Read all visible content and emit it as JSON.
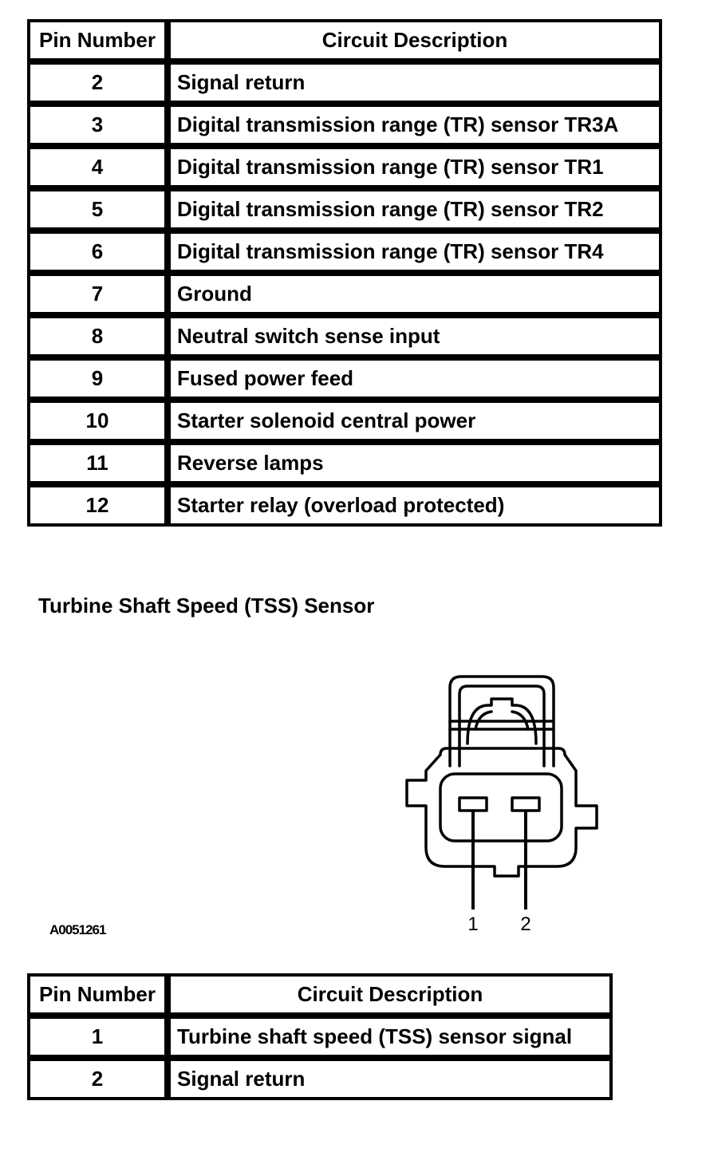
{
  "top_table": {
    "headers": [
      "Pin Number",
      "Circuit Description"
    ],
    "rows": [
      {
        "pin": "2",
        "description": "Signal return"
      },
      {
        "pin": "3",
        "description": "Digital transmission range (TR) sensor TR3A"
      },
      {
        "pin": "4",
        "description": "Digital transmission range (TR) sensor TR1"
      },
      {
        "pin": "5",
        "description": "Digital transmission range (TR) sensor TR2"
      },
      {
        "pin": "6",
        "description": "Digital transmission range (TR) sensor TR4"
      },
      {
        "pin": "7",
        "description": "Ground"
      },
      {
        "pin": "8",
        "description": "Neutral switch sense input"
      },
      {
        "pin": "9",
        "description": "Fused power feed"
      },
      {
        "pin": "10",
        "description": "Starter solenoid central power"
      },
      {
        "pin": "11",
        "description": "Reverse lamps"
      },
      {
        "pin": "12",
        "description": "Starter relay (overload protected)"
      }
    ]
  },
  "section": {
    "title": "Turbine Shaft Speed (TSS) Sensor"
  },
  "figure": {
    "id": "A0051261",
    "connector_icon": "two-pin-connector-icon",
    "pin_labels": [
      "1",
      "2"
    ]
  },
  "bottom_table": {
    "headers": [
      "Pin Number",
      "Circuit Description"
    ],
    "rows": [
      {
        "pin": "1",
        "description": "Turbine shaft speed (TSS) sensor signal"
      },
      {
        "pin": "2",
        "description": "Signal return"
      }
    ]
  }
}
